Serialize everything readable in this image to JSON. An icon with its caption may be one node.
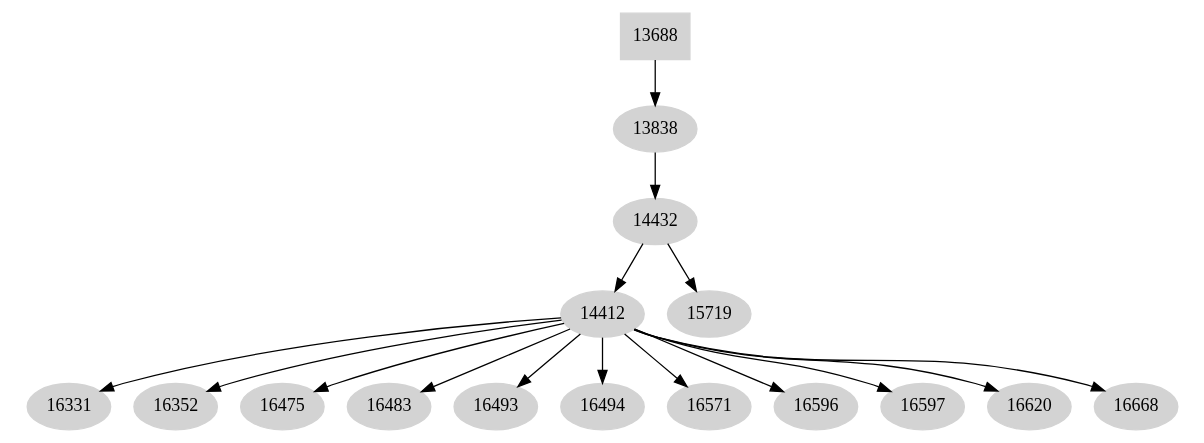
{
  "diagram": {
    "nodes": [
      {
        "text": [
          "13688"
        ]
      },
      {
        "text": [
          "13838"
        ]
      },
      {
        "text": [
          "14432"
        ]
      },
      {
        "text": [
          "14412"
        ]
      },
      {
        "text": [
          "15719"
        ]
      },
      {
        "text": [
          "16331"
        ]
      },
      {
        "text": [
          "16352"
        ]
      },
      {
        "text": [
          "16475"
        ]
      },
      {
        "text": [
          "16483"
        ]
      },
      {
        "text": [
          "16493"
        ]
      },
      {
        "text": [
          "16494"
        ]
      },
      {
        "text": [
          "16571"
        ]
      },
      {
        "text": [
          "16596"
        ]
      },
      {
        "text": [
          "16597"
        ]
      },
      {
        "text": [
          "16620"
        ]
      },
      {
        "text": [
          "16668"
        ]
      }
    ],
    "edges": [
      {
        "from": 0,
        "to": 1,
        "arrow": "to"
      },
      {
        "from": 1,
        "to": 2,
        "arrow": "to"
      },
      {
        "from": 2,
        "to": 3,
        "arrow": "to"
      },
      {
        "from": 2,
        "to": 4,
        "arrow": "to"
      },
      {
        "from": 3,
        "to": 5,
        "arrow": "to"
      },
      {
        "from": 3,
        "to": 6,
        "arrow": "to"
      },
      {
        "from": 3,
        "to": 7,
        "arrow": "to"
      },
      {
        "from": 3,
        "to": 8,
        "arrow": "to"
      },
      {
        "from": 3,
        "to": 9,
        "arrow": "to"
      },
      {
        "from": 3,
        "to": 10,
        "arrow": "to"
      },
      {
        "from": 3,
        "to": 11,
        "arrow": "to"
      },
      {
        "from": 3,
        "to": 12,
        "arrow": "to"
      },
      {
        "from": 3,
        "to": 13,
        "arrow": "to"
      },
      {
        "from": 3,
        "to": 14,
        "arrow": "to"
      },
      {
        "from": 3,
        "to": 15,
        "arrow": "to"
      }
    ]
  }
}
